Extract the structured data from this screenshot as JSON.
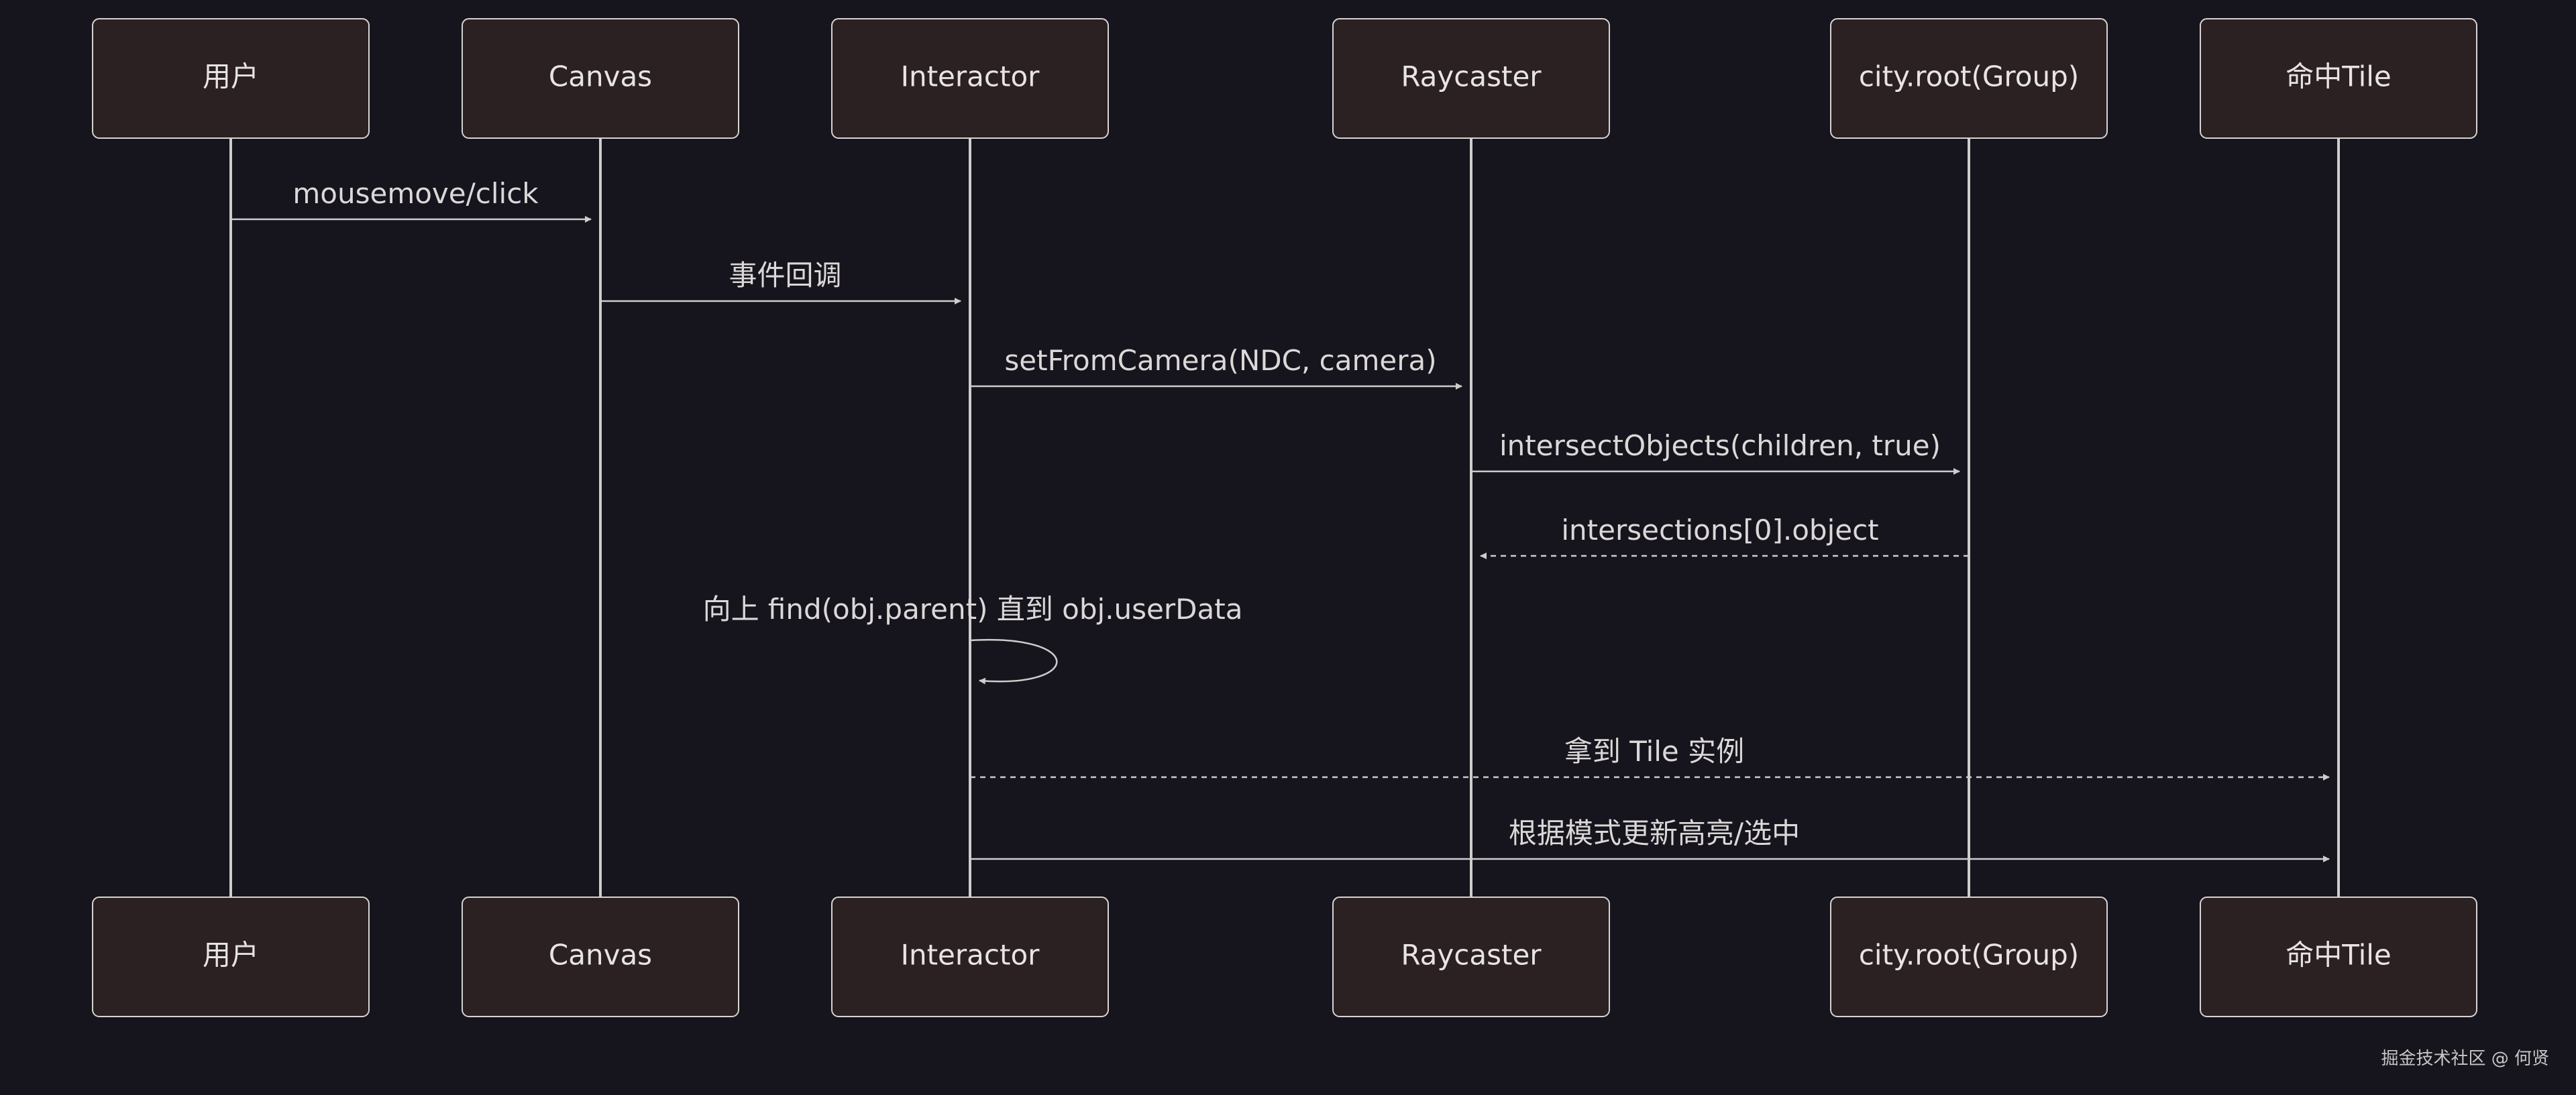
{
  "colors": {
    "background": "#16151d",
    "box_fill": "#2b2122",
    "box_stroke": "#d7d3d3",
    "line": "#cfcccc",
    "text": "#e8e4e4"
  },
  "participants": [
    {
      "id": "user",
      "label": "用户"
    },
    {
      "id": "canvas",
      "label": "Canvas"
    },
    {
      "id": "interactor",
      "label": "Interactor"
    },
    {
      "id": "raycaster",
      "label": "Raycaster"
    },
    {
      "id": "cityroot",
      "label": "city.root(Group)"
    },
    {
      "id": "tile",
      "label": "命中Tile"
    }
  ],
  "messages": [
    {
      "from": "user",
      "to": "canvas",
      "label": "mousemove/click",
      "style": "solid"
    },
    {
      "from": "canvas",
      "to": "interactor",
      "label": "事件回调",
      "style": "solid"
    },
    {
      "from": "interactor",
      "to": "raycaster",
      "label": "setFromCamera(NDC, camera)",
      "style": "solid"
    },
    {
      "from": "raycaster",
      "to": "cityroot",
      "label": "intersectObjects(children, true)",
      "style": "solid"
    },
    {
      "from": "cityroot",
      "to": "raycaster",
      "label": "intersections[0].object",
      "style": "dashed"
    },
    {
      "from": "interactor",
      "to": "interactor",
      "label": "向上 find(obj.parent) 直到 obj.userData",
      "style": "solid"
    },
    {
      "from": "interactor",
      "to": "tile",
      "label": "拿到 Tile 实例",
      "style": "dashed"
    },
    {
      "from": "interactor",
      "to": "tile",
      "label": "根据模式更新高亮/选中",
      "style": "solid"
    }
  ],
  "watermark": "掘金技术社区 @ 何贤"
}
